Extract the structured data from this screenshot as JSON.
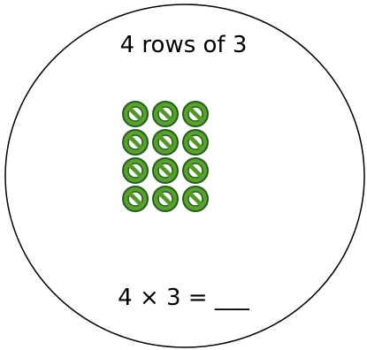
{
  "card": {
    "title": "4 rows of 3",
    "equation": "4 × 3 = ___"
  },
  "array": {
    "rows": 4,
    "columns": 3,
    "icon": "no-symbol-icon",
    "icon_fill": "#5aa02c",
    "icon_stroke": "#1f5f1a"
  },
  "colors": {
    "outline": "#000000",
    "background": "#ffffff"
  }
}
